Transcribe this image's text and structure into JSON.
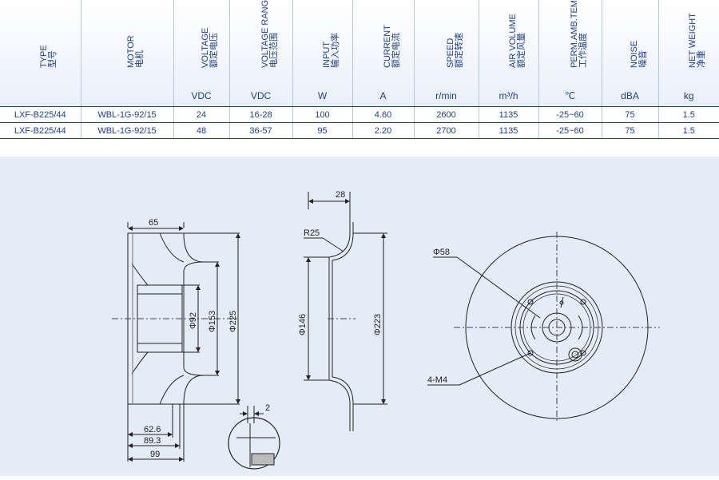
{
  "table": {
    "headers": [
      {
        "en": "TYPE",
        "cn": "型号",
        "unit": ""
      },
      {
        "en": "MOTOR",
        "cn": "电机",
        "unit": ""
      },
      {
        "en": "VOLTAGE",
        "cn": "额定电压",
        "unit": "VDC"
      },
      {
        "en": "VOLTAGE RANGE",
        "cn": "电压范围",
        "unit": "VDC"
      },
      {
        "en": "INPUT",
        "cn": "输入功率",
        "unit": "W"
      },
      {
        "en": "CURRENT",
        "cn": "额定电流",
        "unit": "A"
      },
      {
        "en": "SPEED",
        "cn": "额定转速",
        "unit": "r/min"
      },
      {
        "en": "AIR VOLUME",
        "cn": "额定风量",
        "unit": "m³/h"
      },
      {
        "en": "PERM.AMB.TEMP",
        "cn": "工作温度",
        "unit": "℃"
      },
      {
        "en": "NOISE",
        "cn": "噪音",
        "unit": "dBA"
      },
      {
        "en": "NET WEIGHT",
        "cn": "净重",
        "unit": "kg"
      }
    ],
    "rows": [
      [
        "LXF-B225/44",
        "WBL-1G-92/15",
        "24",
        "16-28",
        "100",
        "4.60",
        "2600",
        "1135",
        "-25~60",
        "75",
        "1.5"
      ],
      [
        "LXF-B225/44",
        "WBL-1G-92/15",
        "48",
        "36-57",
        "95",
        "2.20",
        "2700",
        "1135",
        "-25~60",
        "75",
        "1.5"
      ]
    ]
  },
  "drawing": {
    "side_view": {
      "dim_top": "65",
      "dim_phi92": "Φ92",
      "dim_phi153": "Φ153",
      "dim_phi225": "Φ225",
      "dim_62_6": "62.6",
      "dim_89_3": "89.3",
      "dim_99": "99",
      "dim_2": "2"
    },
    "section_view": {
      "dim_28": "28",
      "dim_r25": "R25",
      "dim_phi146": "Φ146",
      "dim_phi223": "Φ223"
    },
    "front_view": {
      "dim_phi58": "Φ58",
      "dim_4m4": "4-M4"
    }
  }
}
